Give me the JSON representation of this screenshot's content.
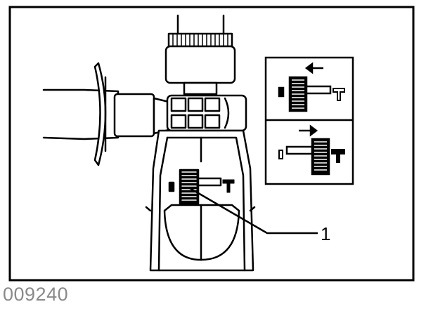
{
  "figure": {
    "callout_number": "1",
    "figure_code": "009240",
    "colors": {
      "line": "#000000",
      "code_text": "#8a8a8a",
      "background": "#ffffff"
    }
  },
  "inset": {
    "panels": [
      {
        "arrow_direction": "left"
      },
      {
        "arrow_direction": "right"
      }
    ]
  }
}
